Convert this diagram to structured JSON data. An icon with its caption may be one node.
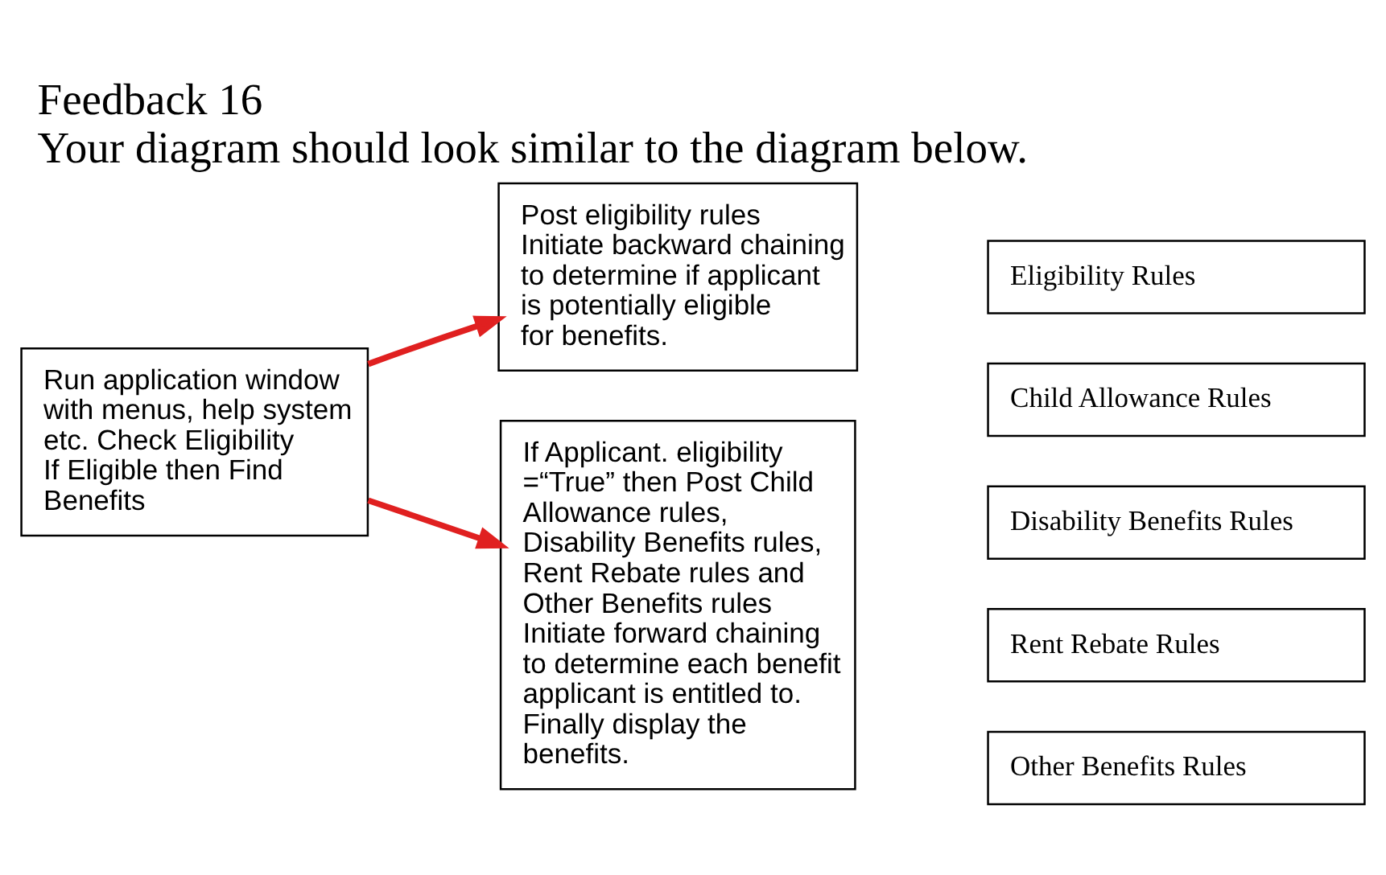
{
  "diagram": {
    "title": "Feedback 16",
    "caption": "Your diagram should look similar to the diagram below.",
    "nodes": [
      {
        "text": [
          "Run application window with menus, help system etc. Check Eligibility If Eligible then Find Benefits"
        ]
      },
      {
        "text": [
          "Post eligibility rules Initiate backward chaining to determine if applicant is potentially eligible for benefits."
        ]
      },
      {
        "text": [
          "If Applicant. eligibility =“True” then Post Child Allowance rules, Disability Benefits rules, Rent Rebate rules and Other Benefits rules Initiate forward chaining to determine each benefit applicant is entitled to. Finally display the benefits."
        ]
      },
      {
        "text": [
          "Eligibility Rules"
        ]
      },
      {
        "text": [
          "Child Allowance Rules"
        ]
      },
      {
        "text": [
          "Disability Benefits Rules"
        ]
      },
      {
        "text": [
          "Rent Rebate Rules"
        ]
      },
      {
        "text": [
          "Other Benefits Rules"
        ]
      }
    ],
    "edges": [
      {
        "from": 0,
        "to": 1,
        "arrow": "to",
        "color": "#e02020"
      },
      {
        "from": 0,
        "to": 2,
        "arrow": "to",
        "color": "#e02020"
      }
    ]
  }
}
